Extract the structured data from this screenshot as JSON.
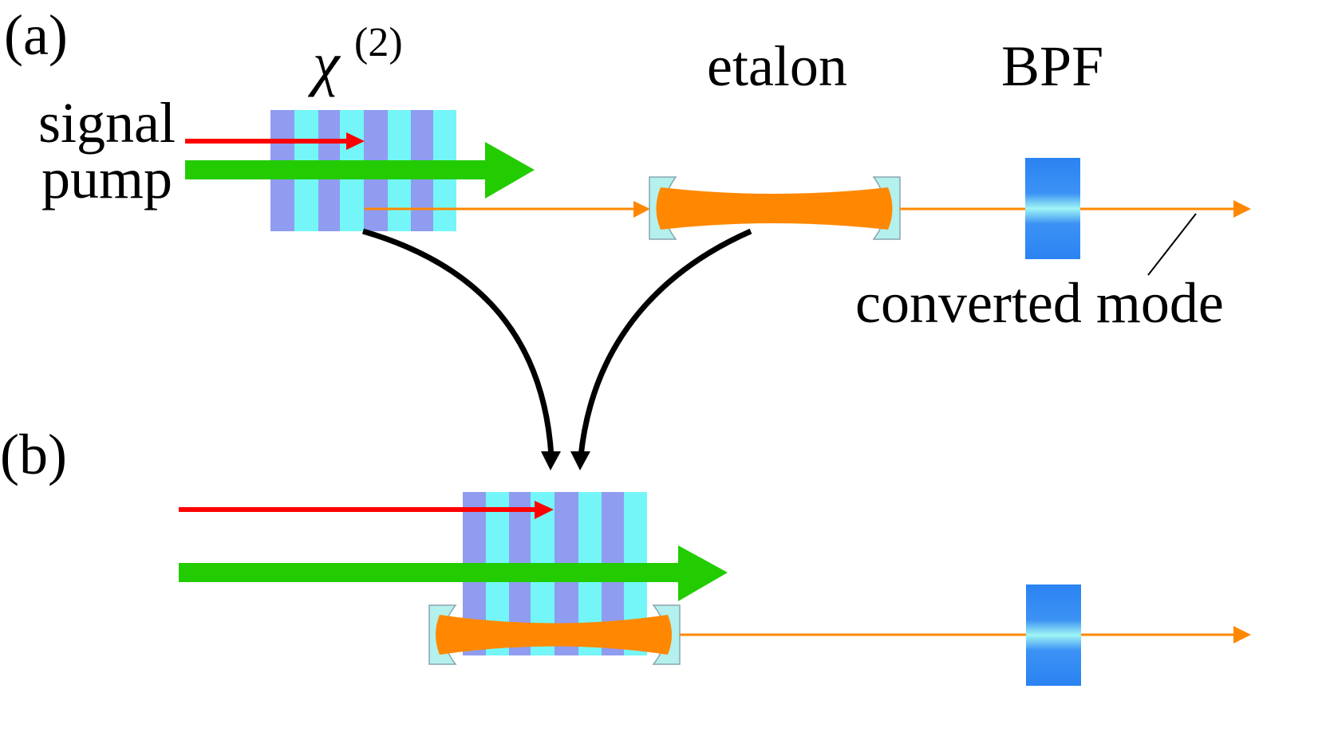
{
  "panel_a": {
    "label": "(a)",
    "crystal_label": "χ",
    "crystal_label_superscript": "(2)",
    "signal_label": "signal",
    "pump_label": "pump",
    "etalon_label": "etalon",
    "bpf_label": "BPF",
    "output_label": "converted mode"
  },
  "panel_b": {
    "label": "(b)"
  },
  "colors": {
    "signal": "#ff0000",
    "pump": "#22cc00",
    "converted": "#ff8800",
    "crystal_dark": "#8f9cf0",
    "crystal_light": "#74f6f8",
    "mirror_fill": "#b4f0ec",
    "mirror_edge": "#8aa6b0",
    "bpf_top": "#2a83f2",
    "bpf_mid": "#9ff5f5",
    "arrow": "#000000"
  }
}
